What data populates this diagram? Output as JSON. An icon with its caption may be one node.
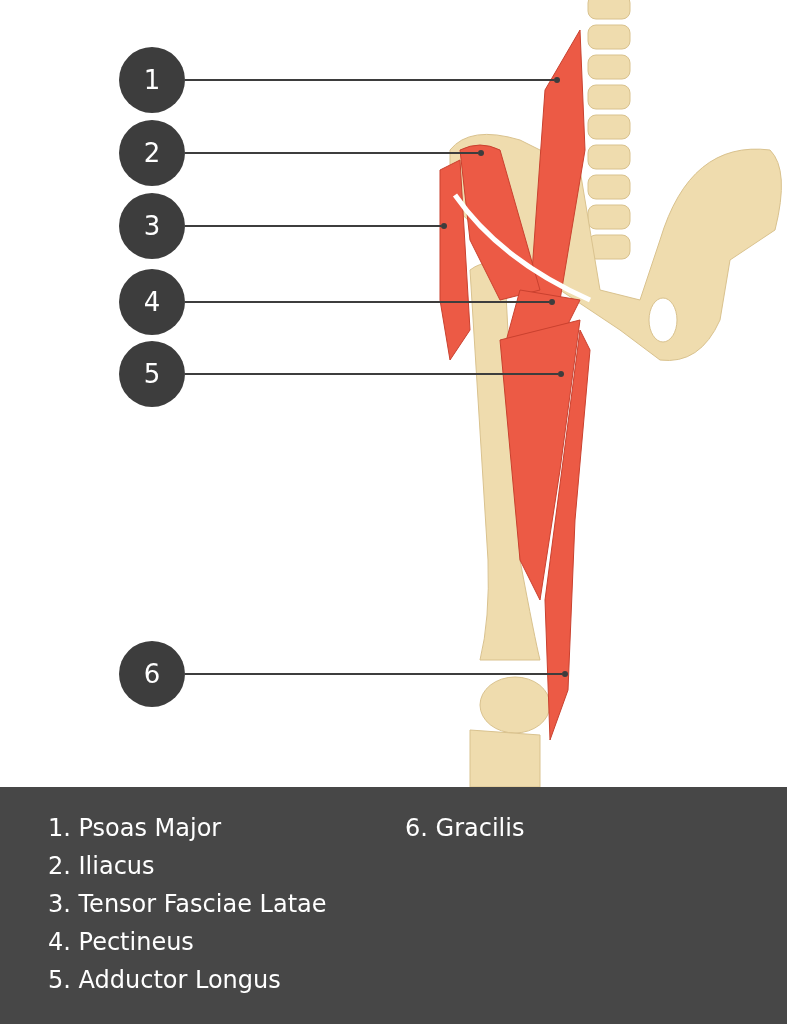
{
  "diagram": {
    "nodes": [
      {
        "text": [
          "1"
        ]
      },
      {
        "text": [
          "2"
        ]
      },
      {
        "text": [
          "3"
        ]
      },
      {
        "text": [
          "4"
        ]
      },
      {
        "text": [
          "5"
        ]
      },
      {
        "text": [
          "6"
        ]
      },
      {
        "text": [],
        "shape": "dot"
      },
      {
        "text": [],
        "shape": "dot"
      },
      {
        "text": [],
        "shape": "dot"
      },
      {
        "text": [],
        "shape": "dot"
      },
      {
        "text": [],
        "shape": "dot"
      },
      {
        "text": [],
        "shape": "dot"
      }
    ],
    "edges": [
      {
        "from": 0,
        "to": 6,
        "arrow": "none"
      },
      {
        "from": 1,
        "to": 7,
        "arrow": "none"
      },
      {
        "from": 2,
        "to": 8,
        "arrow": "none"
      },
      {
        "from": 3,
        "to": 9,
        "arrow": "none"
      },
      {
        "from": 4,
        "to": 10,
        "arrow": "none"
      },
      {
        "from": 5,
        "to": 11,
        "arrow": "none"
      }
    ],
    "labels": [
      "1. Psoas Major",
      "6. Gracilis",
      "2. Iliacus",
      "3. Tensor Fasciae Latae",
      "4. Pectineus",
      "5. Adductor Longus"
    ]
  }
}
